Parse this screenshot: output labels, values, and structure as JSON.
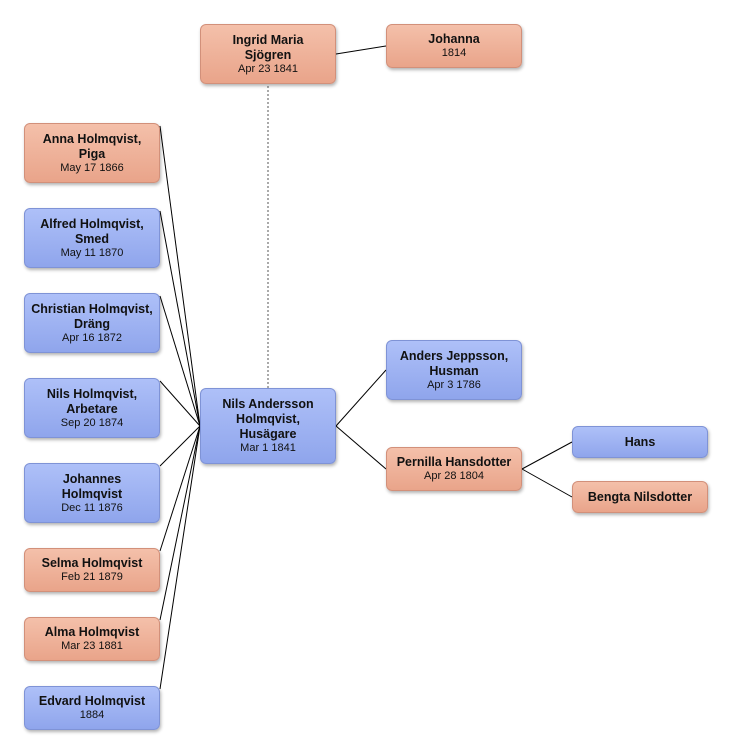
{
  "people": {
    "wife": {
      "name": "Ingrid Maria Sjögren",
      "date": "Apr 23 1841",
      "sex": "female"
    },
    "wife_mother": {
      "name": "Johanna",
      "date": "1814",
      "sex": "female"
    },
    "root": {
      "name": "Nils Andersson Holmqvist, Husägare",
      "date": "Mar 1 1841",
      "sex": "male"
    },
    "father": {
      "name": "Anders Jeppsson, Husman",
      "date": "Apr 3 1786",
      "sex": "male"
    },
    "mother": {
      "name": "Pernilla Hansdotter",
      "date": "Apr 28 1804",
      "sex": "female"
    },
    "mgf": {
      "name": "Hans",
      "date": "",
      "sex": "male"
    },
    "mgm": {
      "name": "Bengta Nilsdotter",
      "date": "",
      "sex": "female"
    }
  },
  "children": [
    {
      "name": "Anna Holmqvist, Piga",
      "date": "May 17 1866",
      "sex": "female"
    },
    {
      "name": "Alfred Holmqvist, Smed",
      "date": "May 11 1870",
      "sex": "male"
    },
    {
      "name": "Christian Holmqvist, Dräng",
      "date": "Apr 16 1872",
      "sex": "male"
    },
    {
      "name": "Nils Holmqvist, Arbetare",
      "date": "Sep 20 1874",
      "sex": "male"
    },
    {
      "name": "Johannes Holmqvist",
      "date": "Dec 11 1876",
      "sex": "male"
    },
    {
      "name": "Selma Holmqvist",
      "date": "Feb 21 1879",
      "sex": "female"
    },
    {
      "name": "Alma Holmqvist",
      "date": "Mar 23 1881",
      "sex": "female"
    },
    {
      "name": "Edvard Holmqvist",
      "date": "1884",
      "sex": "male"
    }
  ],
  "colors": {
    "female": "#eeb29a",
    "male": "#9db2f2",
    "line": "#000000"
  }
}
